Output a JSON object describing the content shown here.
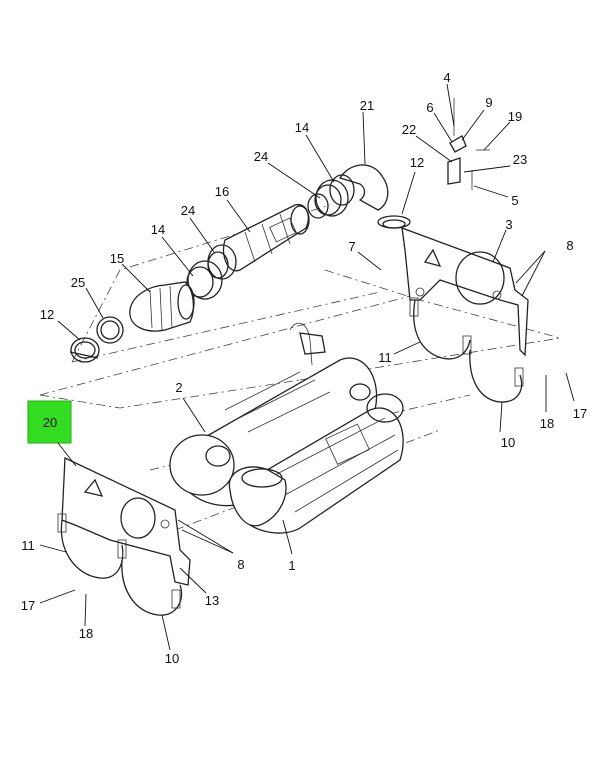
{
  "callouts": {
    "c1": "1",
    "c2": "2",
    "c3": "3",
    "c4": "4",
    "c5": "5",
    "c6": "6",
    "c7": "7",
    "c8a": "8",
    "c8b": "8",
    "c9": "9",
    "c10a": "10",
    "c10b": "10",
    "c11a": "11",
    "c11b": "11",
    "c12a": "12",
    "c12b": "12",
    "c13": "13",
    "c14a": "14",
    "c14b": "14",
    "c15": "15",
    "c16": "16",
    "c17a": "17",
    "c17b": "17",
    "c18a": "18",
    "c18b": "18",
    "c19": "19",
    "c20": "20",
    "c21": "21",
    "c22": "22",
    "c23": "23",
    "c24a": "24",
    "c24b": "24",
    "c25": "25"
  },
  "colors": {
    "highlight": "#33dd22",
    "line": "#222222",
    "background": "#ffffff"
  }
}
